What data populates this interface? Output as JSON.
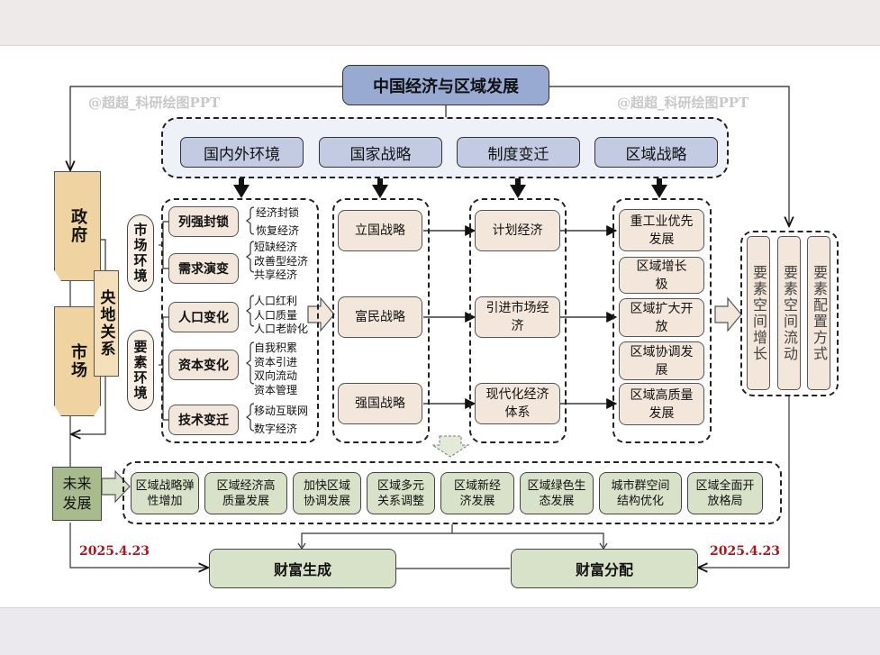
{
  "title": "中国经济与区域发展",
  "watermarks": [
    "@超超_科研绘图PPT",
    "@超超_科研绘图PPT"
  ],
  "categories": [
    "国内外环境",
    "国家战略",
    "制度变迁",
    "区域战略"
  ],
  "left_side": {
    "government": "政府",
    "market": "市场",
    "central_local": "央地关系"
  },
  "environment": {
    "market_env_label": "市场环境",
    "factor_env_label": "要素环境",
    "items": [
      {
        "label": "列强封锁",
        "details": [
          "经济封锁",
          "恢复经济"
        ]
      },
      {
        "label": "需求演变",
        "details": [
          "短缺经济",
          "改善型经济",
          "共享经济"
        ]
      },
      {
        "label": "人口变化",
        "details": [
          "人口红利",
          "人口质量",
          "人口老龄化"
        ]
      },
      {
        "label": "资本变化",
        "details": [
          "自我积累",
          "资本引进",
          "双向流动",
          "资本管理"
        ]
      },
      {
        "label": "技术变迁",
        "details": [
          "移动互联网",
          "数字经济"
        ]
      }
    ]
  },
  "national_strategy": [
    "立国战略",
    "富民战略",
    "强国战略"
  ],
  "institutional_change": [
    "计划经济",
    "引进市场经济",
    "现代化经济体系"
  ],
  "regional_strategy": [
    "重工业优先发展",
    "区域增长极",
    "区域扩大开放",
    "区域协调发展",
    "区域高质量发展"
  ],
  "factors": [
    "要素空间增长",
    "要素空间流动",
    "要素配置方式"
  ],
  "future": {
    "label": "未来发展",
    "items": [
      "区域战略弹性增加",
      "区域经济高质量发展",
      "加快区域协调发展",
      "区域多元关系调整",
      "区域新经济发展",
      "区域绿色生态发展",
      "城市群空间结构优化",
      "区域全面开放格局"
    ]
  },
  "outcomes": [
    "财富生成",
    "财富分配"
  ],
  "dates": [
    "2025.4.23",
    "2025.4.23"
  ],
  "colors": {
    "title_fill": "#98a9d2",
    "category_fill": "#c2cbe2",
    "beige_fill": "#f3e7dc",
    "green_fill": "#d7e2c8",
    "tan_fill": "#efd3a0",
    "date_red": "#b0141b"
  }
}
